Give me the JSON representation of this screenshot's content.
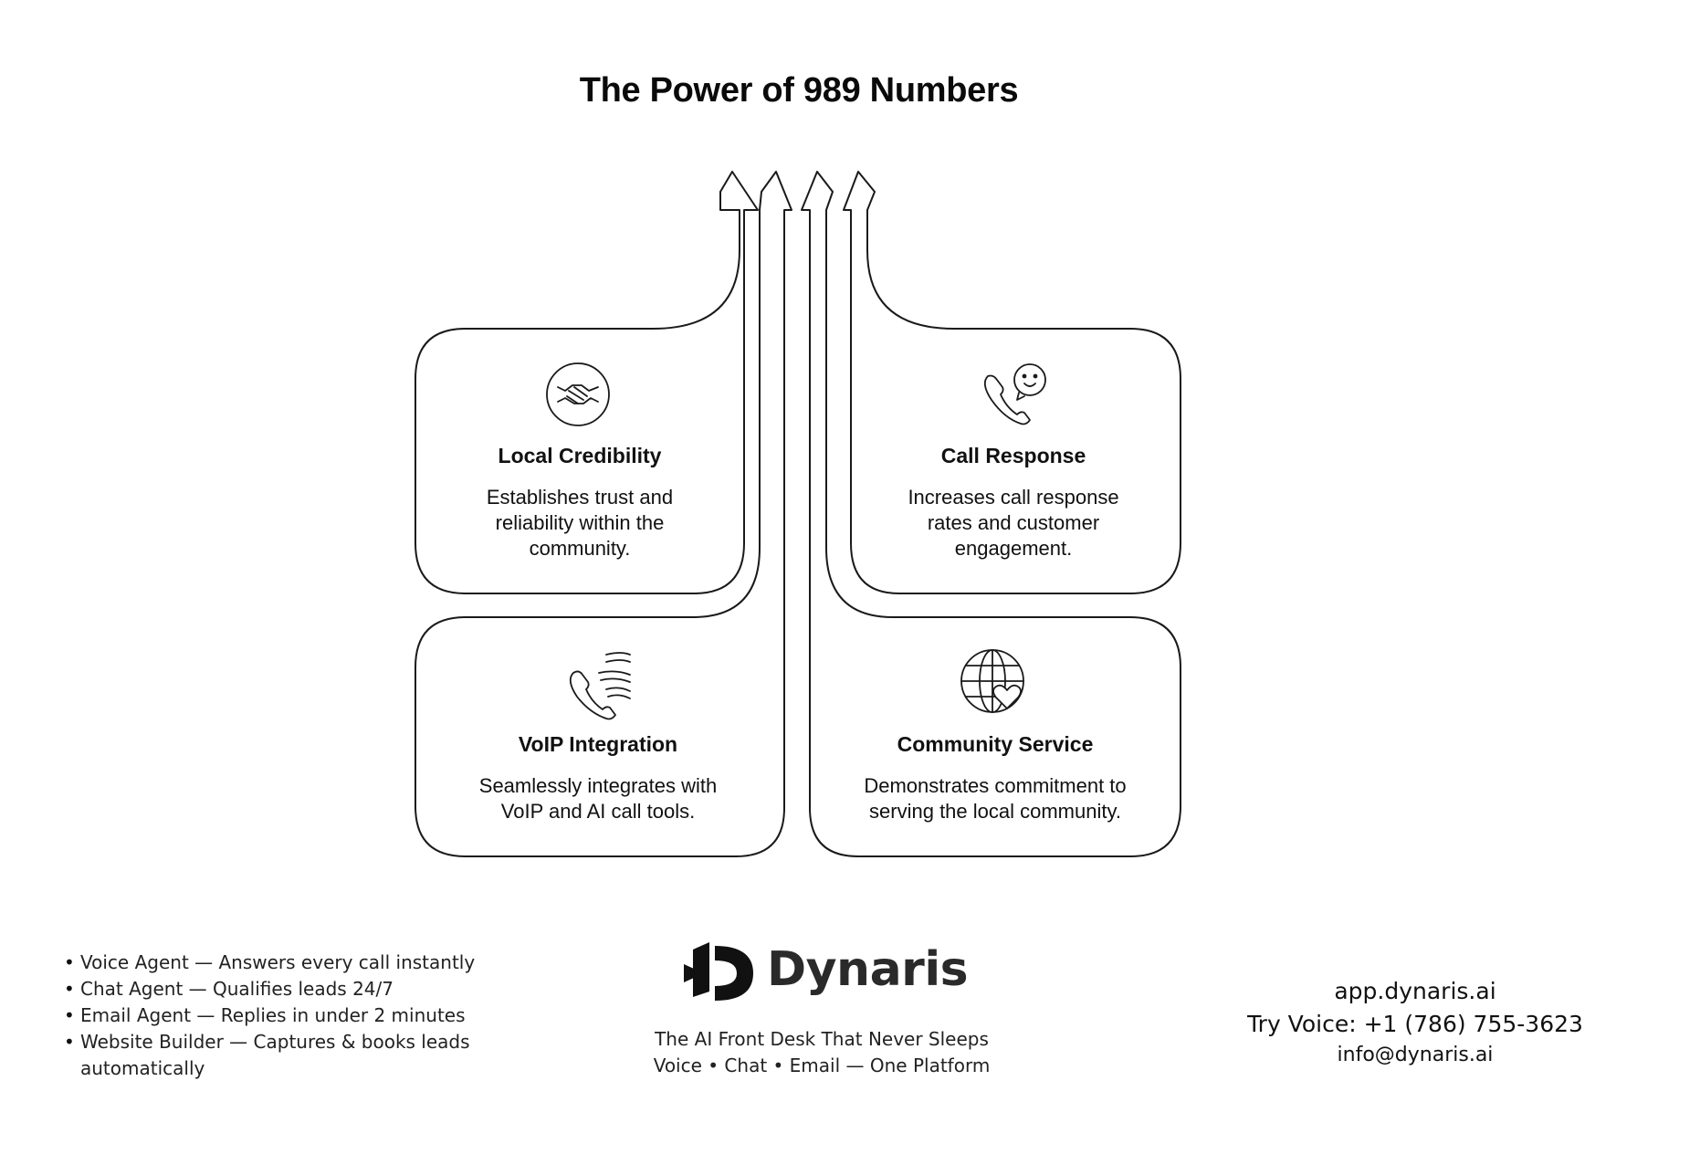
{
  "title": "The Power of 989 Numbers",
  "cards": [
    {
      "heading": "Local Credibility",
      "description": "Establishes trust and reliability within the community.",
      "icon": "handshake-icon"
    },
    {
      "heading": "Call Response",
      "description": "Increases call response rates and customer engagement.",
      "icon": "phone-chat-icon"
    },
    {
      "heading": "VoIP Integration",
      "description": "Seamlessly integrates with VoIP and AI call tools.",
      "icon": "phone-waves-icon"
    },
    {
      "heading": "Community Service",
      "description": "Demonstrates commitment to serving the local community.",
      "icon": "globe-heart-icon"
    }
  ],
  "footer": {
    "bullets": [
      "Voice Agent — Answers every call instantly",
      "Chat Agent — Qualifies leads 24/7",
      "Email Agent — Replies in under 2 minutes",
      " Website Builder — Captures & books leads automatically"
    ],
    "brand": "Dynaris",
    "tagline_1": "The AI Front Desk That Never Sleeps",
    "tagline_2": "Voice • Chat • Email — One Platform",
    "contact_site": "app.dynaris.ai",
    "contact_phone": "Try Voice: +1 (786) 755-3623",
    "contact_email": "info@dynaris.ai"
  }
}
